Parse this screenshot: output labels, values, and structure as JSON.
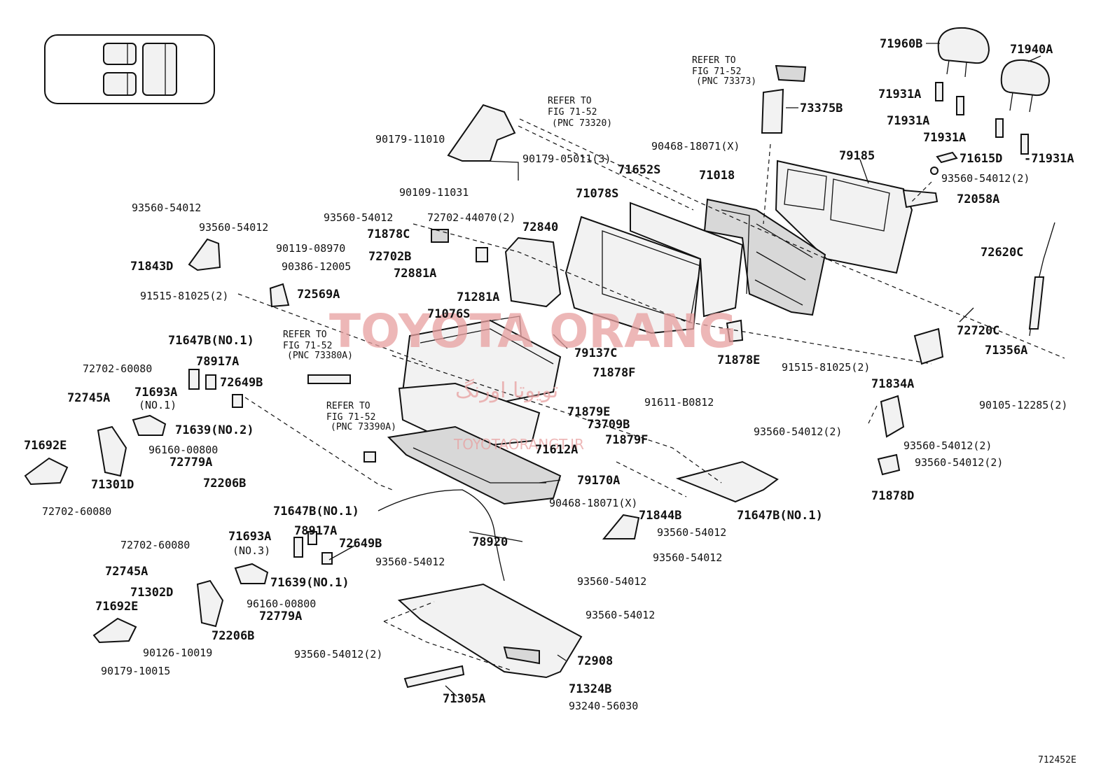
{
  "diagram": {
    "drawing_number": "712452E",
    "watermark": {
      "title": "TOYOTA ORANG",
      "persian": "تویوتا اورنگ",
      "url": "TOYOTAORANGT.IR"
    },
    "refer_notes": [
      {
        "id": "ref-73320",
        "lines": [
          "REFER TO",
          "FIG 71-52",
          "(PNC 73320)"
        ]
      },
      {
        "id": "ref-73373",
        "lines": [
          "REFER TO",
          "FIG 71-52",
          "(PNC 73373)"
        ]
      },
      {
        "id": "ref-73380a",
        "lines": [
          "REFER TO",
          "FIG 71-52",
          "(PNC 73380A)"
        ]
      },
      {
        "id": "ref-73390a",
        "lines": [
          "REFER TO",
          "FIG 71-52",
          "(PNC 73390A)"
        ]
      }
    ],
    "labels": [
      {
        "id": "l-71960b",
        "text": "71960B"
      },
      {
        "id": "l-71940a",
        "text": "71940A"
      },
      {
        "id": "l-71931a-1",
        "text": "71931A"
      },
      {
        "id": "l-71931a-2",
        "text": "71931A"
      },
      {
        "id": "l-71931a-3",
        "text": "71931A"
      },
      {
        "id": "l-71931a-4",
        "text": "-71931A"
      },
      {
        "id": "l-71615d",
        "text": "71615D"
      },
      {
        "id": "l-93560-54012-2a",
        "text": "93560-54012(2)"
      },
      {
        "id": "l-72058a",
        "text": "72058A"
      },
      {
        "id": "l-72620c",
        "text": "72620C"
      },
      {
        "id": "l-73375b",
        "text": "73375B"
      },
      {
        "id": "l-79185",
        "text": "79185"
      },
      {
        "id": "l-90468-18071x-a",
        "text": "90468-18071(X)"
      },
      {
        "id": "l-71652s",
        "text": "71652S"
      },
      {
        "id": "l-71018",
        "text": "71018"
      },
      {
        "id": "l-71078s",
        "text": "71078S"
      },
      {
        "id": "l-90179-11010",
        "text": "90179-11010"
      },
      {
        "id": "l-90179-05011",
        "text": "90179-05011(3)"
      },
      {
        "id": "l-90109-11031",
        "text": "90109-11031"
      },
      {
        "id": "l-93560-54012-a",
        "text": "93560-54012"
      },
      {
        "id": "l-72702-44070",
        "text": "72702-44070(2)"
      },
      {
        "id": "l-72840",
        "text": "72840"
      },
      {
        "id": "l-71878c",
        "text": "71878C"
      },
      {
        "id": "l-72702b",
        "text": "72702B"
      },
      {
        "id": "l-72881a",
        "text": "72881A"
      },
      {
        "id": "l-71281a",
        "text": "71281A"
      },
      {
        "id": "l-93560-54012-b",
        "text": "93560-54012"
      },
      {
        "id": "l-93560-54012-c",
        "text": "93560-54012"
      },
      {
        "id": "l-90119-08970",
        "text": "90119-08970"
      },
      {
        "id": "l-90386-12005",
        "text": "90386-12005"
      },
      {
        "id": "l-71843d",
        "text": "71843D"
      },
      {
        "id": "l-91515-81025-a",
        "text": "91515-81025(2)"
      },
      {
        "id": "l-72569a",
        "text": "72569A"
      },
      {
        "id": "l-71076s",
        "text": "71076S"
      },
      {
        "id": "l-79137c",
        "text": "79137C"
      },
      {
        "id": "l-72720c",
        "text": "72720C"
      },
      {
        "id": "l-71356a",
        "text": "71356A"
      },
      {
        "id": "l-71878e",
        "text": "71878E"
      },
      {
        "id": "l-91515-81025-b",
        "text": "91515-81025(2)"
      },
      {
        "id": "l-71834a",
        "text": "71834A"
      },
      {
        "id": "l-90105-12285",
        "text": "90105-12285(2)"
      },
      {
        "id": "l-93560-54012-2b",
        "text": "93560-54012(2)"
      },
      {
        "id": "l-93560-54012-2c",
        "text": "93560-54012(2)"
      },
      {
        "id": "l-93560-54012-2d",
        "text": "93560-54012(2)"
      },
      {
        "id": "l-71878d",
        "text": "71878D"
      },
      {
        "id": "l-71878f",
        "text": "71878F"
      },
      {
        "id": "l-91611-b0812",
        "text": "91611-B0812"
      },
      {
        "id": "l-71879e",
        "text": "71879E"
      },
      {
        "id": "l-73709b",
        "text": "73709B"
      },
      {
        "id": "l-71879f",
        "text": "71879F"
      },
      {
        "id": "l-71612a",
        "text": "71612A"
      },
      {
        "id": "l-79170a",
        "text": "79170A"
      },
      {
        "id": "l-90468-18071x-b",
        "text": "90468-18071(X)"
      },
      {
        "id": "l-71647b-1",
        "text": "71647B(NO.1)"
      },
      {
        "id": "l-71844b",
        "text": "71844B"
      },
      {
        "id": "l-93560-54012-d",
        "text": "93560-54012"
      },
      {
        "id": "l-93560-54012-e",
        "text": "93560-54012"
      },
      {
        "id": "l-71647b-2",
        "text": "71647B(NO.1)"
      },
      {
        "id": "l-78917a-1",
        "text": "78917A"
      },
      {
        "id": "l-72649b-1",
        "text": "72649B"
      },
      {
        "id": "l-72702-60080-a",
        "text": "72702-60080"
      },
      {
        "id": "l-71693a-1",
        "text": "71693A"
      },
      {
        "id": "l-no1",
        "text": "(NO.1)"
      },
      {
        "id": "l-72745a-1",
        "text": "72745A"
      },
      {
        "id": "l-71639-2",
        "text": "71639(NO.2)"
      },
      {
        "id": "l-71692e-1",
        "text": "71692E"
      },
      {
        "id": "l-96160-00800-a",
        "text": "96160-00800"
      },
      {
        "id": "l-72779a-1",
        "text": "72779A"
      },
      {
        "id": "l-71301d",
        "text": "71301D"
      },
      {
        "id": "l-72206b-1",
        "text": "72206B"
      },
      {
        "id": "l-72702-60080-b",
        "text": "72702-60080"
      },
      {
        "id": "l-71647b-3",
        "text": "71647B(NO.1)"
      },
      {
        "id": "l-78917a-2",
        "text": "78917A"
      },
      {
        "id": "l-72649b-2",
        "text": "72649B"
      },
      {
        "id": "l-78920",
        "text": "78920"
      },
      {
        "id": "l-72702-60080-c",
        "text": "72702-60080"
      },
      {
        "id": "l-71693a-2",
        "text": "71693A"
      },
      {
        "id": "l-no3",
        "text": "(NO.3)"
      },
      {
        "id": "l-72745a-2",
        "text": "72745A"
      },
      {
        "id": "l-71639-1",
        "text": "71639(NO.1)"
      },
      {
        "id": "l-71302d",
        "text": "71302D"
      },
      {
        "id": "l-96160-00800-b",
        "text": "96160-00800"
      },
      {
        "id": "l-71692e-2",
        "text": "71692E"
      },
      {
        "id": "l-72779a-2",
        "text": "72779A"
      },
      {
        "id": "l-72206b-2",
        "text": "72206B"
      },
      {
        "id": "l-90126-10019",
        "text": "90126-10019"
      },
      {
        "id": "l-90179-10015",
        "text": "90179-10015"
      },
      {
        "id": "l-93560-54012-f",
        "text": "93560-54012"
      },
      {
        "id": "l-93560-54012-g",
        "text": "93560-54012"
      },
      {
        "id": "l-93560-54012-h",
        "text": "93560-54012"
      },
      {
        "id": "l-93560-54012-2e",
        "text": "93560-54012(2)"
      },
      {
        "id": "l-72908",
        "text": "72908"
      },
      {
        "id": "l-71324b",
        "text": "71324B"
      },
      {
        "id": "l-71305a",
        "text": "71305A"
      },
      {
        "id": "l-93240-56030",
        "text": "93240-56030"
      }
    ]
  }
}
